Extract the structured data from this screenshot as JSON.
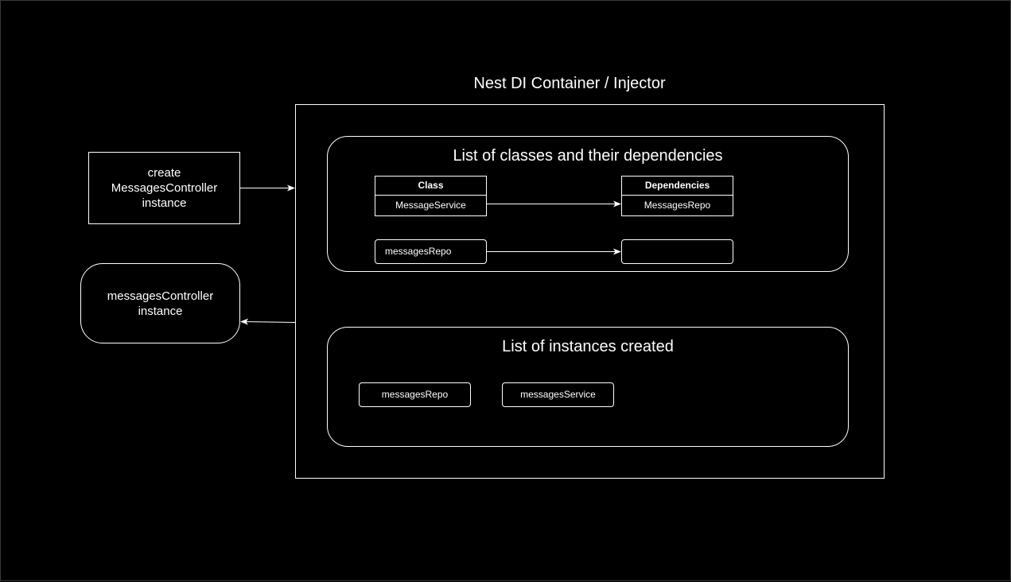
{
  "diagram": {
    "title": "Nest DI Container / Injector",
    "request_box": {
      "line1": "create",
      "line2": "MessagesController",
      "line3": "instance"
    },
    "result_box": {
      "line1": "messagesController",
      "line2": "instance"
    },
    "dependencies_panel": {
      "title": "List of classes and their dependencies",
      "class_table": {
        "header": "Class",
        "value": "MessageService"
      },
      "dependencies_table": {
        "header": "Dependencies",
        "value": "MessagesRepo"
      },
      "second_class": "messagesRepo",
      "second_dependencies": ""
    },
    "instances_panel": {
      "title": "List of instances created",
      "instances": [
        "messagesRepo",
        "messagesService"
      ]
    },
    "colors": {
      "background": "#000000",
      "stroke": "#ffffff",
      "text": "#ffffff"
    }
  }
}
